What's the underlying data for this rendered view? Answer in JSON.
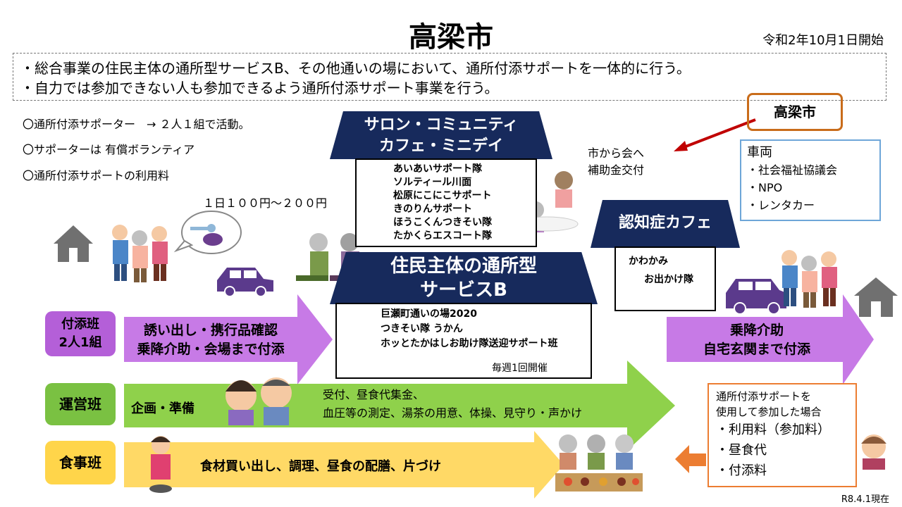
{
  "header": {
    "title": "高梁市",
    "start_date": "令和2年10月1日開始"
  },
  "intro": {
    "lines": [
      "・総合事業の住民主体の通所型サービスB、その他通いの場において、通所付添サポートを一体的に行う。",
      "・自力では参加できない人も参加できるよう通所付添サポート事業を行う。"
    ]
  },
  "notes": {
    "supporter": "〇通所付添サポーター　→ ２人１組で活動。",
    "paid_volunteer": "〇サポーターは 有償ボランティア",
    "usage_fee": "〇通所付添サポートの利用料",
    "fee_amount": "１日１００円～２００円"
  },
  "salon": {
    "title_line1": "サロン・コミュニティ",
    "title_line2": "カフェ・ミニデイ",
    "groups": [
      "あいあいサポート隊",
      "ソルティール川面",
      "松原にこにこサポート",
      "きのりんサポート",
      "ほうこくんつきそい隊",
      "たかくらエスコート隊"
    ]
  },
  "city_box": {
    "label": "高梁市",
    "subsidy_line1": "市から会へ",
    "subsidy_line2": "補助金交付"
  },
  "vehicle": {
    "title": "車両",
    "items": [
      "・社会福祉協議会",
      "・NPO",
      "・レンタカー"
    ]
  },
  "dementia_cafe": {
    "title": "認知症カフェ",
    "groups": [
      "かわかみ",
      "お出かけ隊"
    ]
  },
  "service_b": {
    "title_line1": "住民主体の通所型",
    "title_line2": "サービスB",
    "groups": [
      "巨瀬町通いの場2020",
      "つきそい隊 うかん",
      "ホッとたかはしお助け隊送迎サポート班"
    ],
    "frequency": "毎週1回開催"
  },
  "teams": {
    "escort": {
      "label_line1": "付添班",
      "label_line2": "2人1組",
      "task_line1": "誘い出し・携行品確認",
      "task_line2": "乗降介助・会場まで付添"
    },
    "management": {
      "label": "運営班",
      "task_left": "企画・準備",
      "task_line1": "受付、昼食代集金、",
      "task_line2": "血圧等の測定、湯茶の用意、体操、見守り・声かけ"
    },
    "meal": {
      "label": "食事班",
      "task": "食材買い出し、調理、昼食の配膳、片づけ"
    }
  },
  "return_arrow": {
    "line1": "乗降介助",
    "line2": "自宅玄関まで付添"
  },
  "fees_box": {
    "line1": "通所付添サポートを",
    "line2": "使用して参加した場合",
    "items": [
      "・利用料（参加料）",
      "・昼食代",
      "・付添料"
    ]
  },
  "footer": {
    "as_of": "R8.4.1現在"
  },
  "colors": {
    "navy": "#172a5c",
    "purple_arrow": "#c77ae6",
    "purple_label": "#b45fd8",
    "green_arrow": "#8fd14b",
    "green_label": "#7ac142",
    "yellow_arrow": "#ffd966",
    "yellow_label": "#ffd54a",
    "orange": "#c96c1a",
    "blue_border": "#6ea6d8",
    "red_arrow": "#c00000",
    "car": "#5b3a8c",
    "house": "#707070"
  }
}
